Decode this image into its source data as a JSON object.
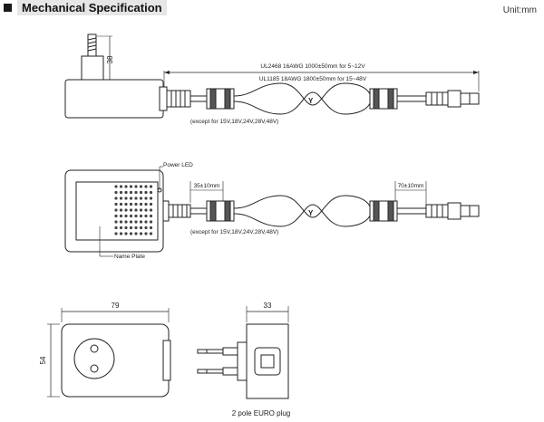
{
  "header": {
    "title": "Mechanical Specification",
    "unit": "Unit:mm"
  },
  "drawing1": {
    "height_dim": "38",
    "cable_note_1": "UL2468 16AWG 1000±50mm for 5~12V",
    "cable_note_2": "UL1185 18AWG 1800±50mm for 15~48V",
    "except_note": "(except for 15V,18V,24V,28V,48V)",
    "y_marker": "Y"
  },
  "drawing2": {
    "power_led_label": "Power LED",
    "left_dim": "35±10mm",
    "right_dim": "70±10mm",
    "except_note": "(except for 15V,18V,24V,28V,48V)",
    "name_plate_label": "Name Plate",
    "y_marker": "Y"
  },
  "drawing3": {
    "width_dim": "79",
    "height_dim": "54",
    "depth_dim": "33",
    "caption": "2 pole EURO plug"
  }
}
